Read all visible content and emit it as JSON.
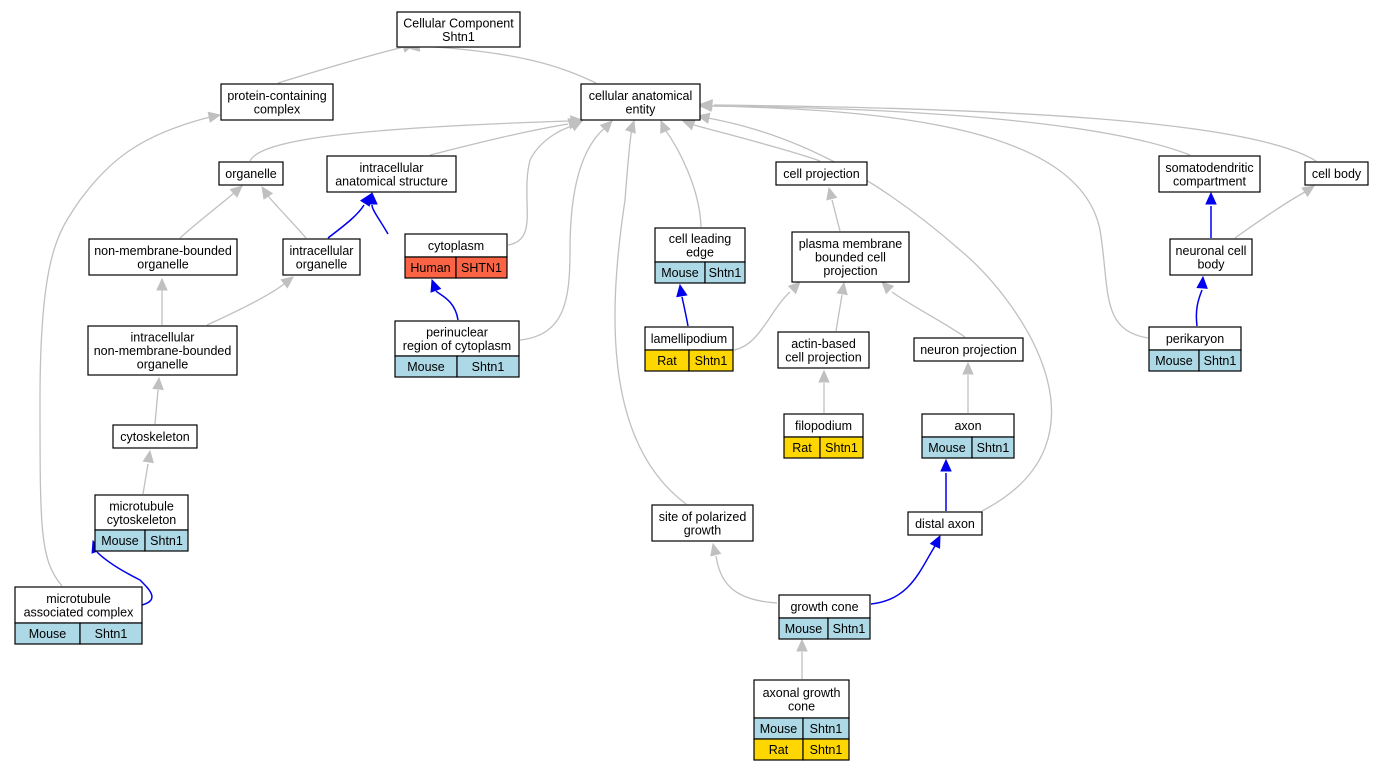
{
  "graph": {
    "colors": {
      "mouse": "#add8e6",
      "rat": "#ffd700",
      "human": "#fa6445",
      "edge_default": "#c0c0c0",
      "edge_highlight": "#0000ee"
    },
    "nodes": {
      "root": {
        "label": [
          "Cellular Component",
          "Shtn1"
        ]
      },
      "protein_complex": {
        "label": [
          "protein-containing",
          "complex"
        ]
      },
      "cae": {
        "label": [
          "cellular anatomical",
          "entity"
        ]
      },
      "organelle": {
        "label": [
          "organelle"
        ]
      },
      "ias": {
        "label": [
          "intracellular",
          "anatomical structure"
        ]
      },
      "cell_projection": {
        "label": [
          "cell projection"
        ]
      },
      "somatodendritic": {
        "label": [
          "somatodendritic",
          "compartment"
        ]
      },
      "cell_body": {
        "label": [
          "cell body"
        ]
      },
      "nmbo": {
        "label": [
          "non-membrane-bounded",
          "organelle"
        ]
      },
      "intra_org": {
        "label": [
          "intracellular",
          "organelle"
        ]
      },
      "cytoplasm": {
        "label": [
          "cytoplasm"
        ],
        "cells": [
          {
            "species": "Human",
            "gene": "SHTN1"
          }
        ]
      },
      "cle": {
        "label": [
          "cell leading",
          "edge"
        ],
        "cells": [
          {
            "species": "Mouse",
            "gene": "Shtn1"
          }
        ]
      },
      "pmbcp": {
        "label": [
          "plasma membrane",
          "bounded cell",
          "projection"
        ]
      },
      "ncb": {
        "label": [
          "neuronal cell",
          "body"
        ]
      },
      "inmbo": {
        "label": [
          "intracellular",
          "non-membrane-bounded",
          "organelle"
        ]
      },
      "perinuclear": {
        "label": [
          "perinuclear",
          "region of cytoplasm"
        ],
        "cells": [
          {
            "species": "Mouse",
            "gene": "Shtn1"
          }
        ]
      },
      "lamellipodium": {
        "label": [
          "lamellipodium"
        ],
        "cells": [
          {
            "species": "Rat",
            "gene": "Shtn1"
          }
        ]
      },
      "actin": {
        "label": [
          "actin-based",
          "cell projection"
        ]
      },
      "neuron_proj": {
        "label": [
          "neuron projection"
        ]
      },
      "perikaryon": {
        "label": [
          "perikaryon"
        ],
        "cells": [
          {
            "species": "Mouse",
            "gene": "Shtn1"
          }
        ]
      },
      "cytoskeleton": {
        "label": [
          "cytoskeleton"
        ]
      },
      "filopodium": {
        "label": [
          "filopodium"
        ],
        "cells": [
          {
            "species": "Rat",
            "gene": "Shtn1"
          }
        ]
      },
      "axon": {
        "label": [
          "axon"
        ],
        "cells": [
          {
            "species": "Mouse",
            "gene": "Shtn1"
          }
        ]
      },
      "mt_cyto": {
        "label": [
          "microtubule",
          "cytoskeleton"
        ],
        "cells": [
          {
            "species": "Mouse",
            "gene": "Shtn1"
          }
        ]
      },
      "polarized": {
        "label": [
          "site of polarized",
          "growth"
        ]
      },
      "distal_axon": {
        "label": [
          "distal axon"
        ]
      },
      "mt_assoc": {
        "label": [
          "microtubule",
          "associated complex"
        ],
        "cells": [
          {
            "species": "Mouse",
            "gene": "Shtn1"
          }
        ]
      },
      "growth_cone": {
        "label": [
          "growth cone"
        ],
        "cells": [
          {
            "species": "Mouse",
            "gene": "Shtn1"
          }
        ]
      },
      "axonal_gc": {
        "label": [
          "axonal growth",
          "cone"
        ],
        "cells": [
          {
            "species": "Mouse",
            "gene": "Shtn1"
          },
          {
            "species": "Rat",
            "gene": "Shtn1"
          }
        ]
      }
    }
  }
}
